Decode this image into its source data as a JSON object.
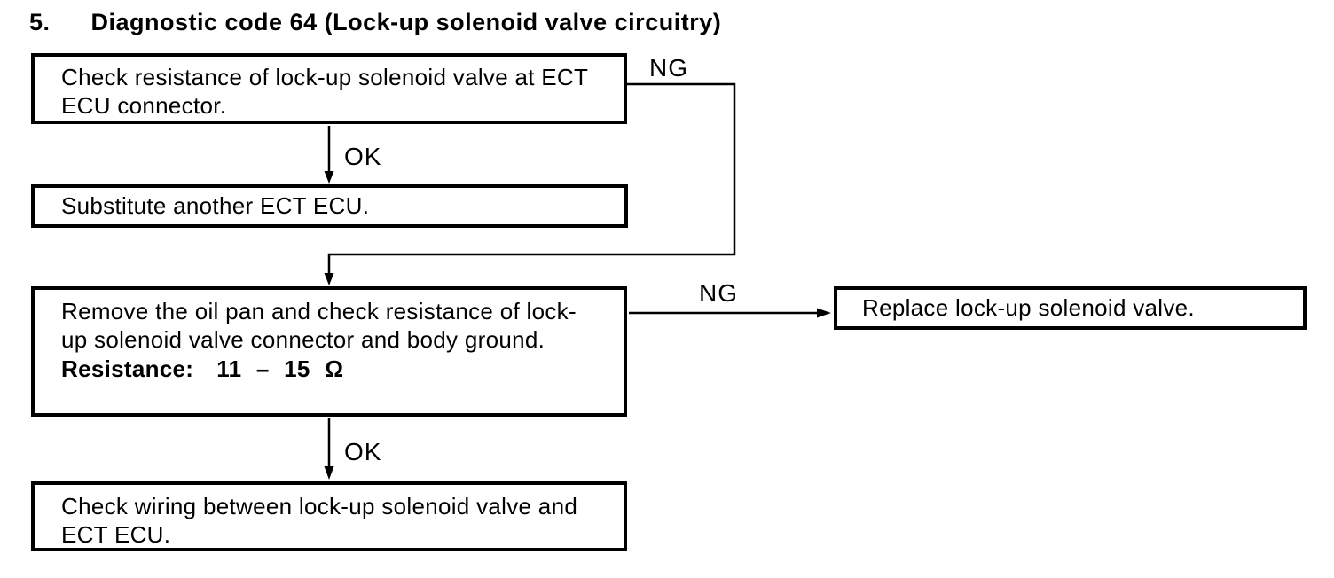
{
  "title": {
    "number": "5.",
    "text": "Diagnostic code 64 (Lock-up solenoid valve circuitry)"
  },
  "flowchart": {
    "boxes": {
      "check_resistance": {
        "text": "Check resistance of lock-up solenoid valve at ECT ECU connector."
      },
      "substitute_ecu": {
        "text": "Substitute another ECT ECU."
      },
      "remove_oil_pan": {
        "text": "Remove the oil pan and check resistance of lock-up solenoid valve connector and body ground.",
        "resistance_label": "Resistance:",
        "resistance_value": "11 – 15 Ω"
      },
      "check_wiring": {
        "text": "Check wiring between lock-up solenoid valve and ECT ECU."
      },
      "replace_valve": {
        "text": "Replace lock-up solenoid valve."
      }
    },
    "edge_labels": {
      "ng1": "NG",
      "ok1": "OK",
      "ng2": "NG",
      "ok2": "OK"
    }
  },
  "colors": {
    "ink": "#000000",
    "background": "#ffffff"
  }
}
